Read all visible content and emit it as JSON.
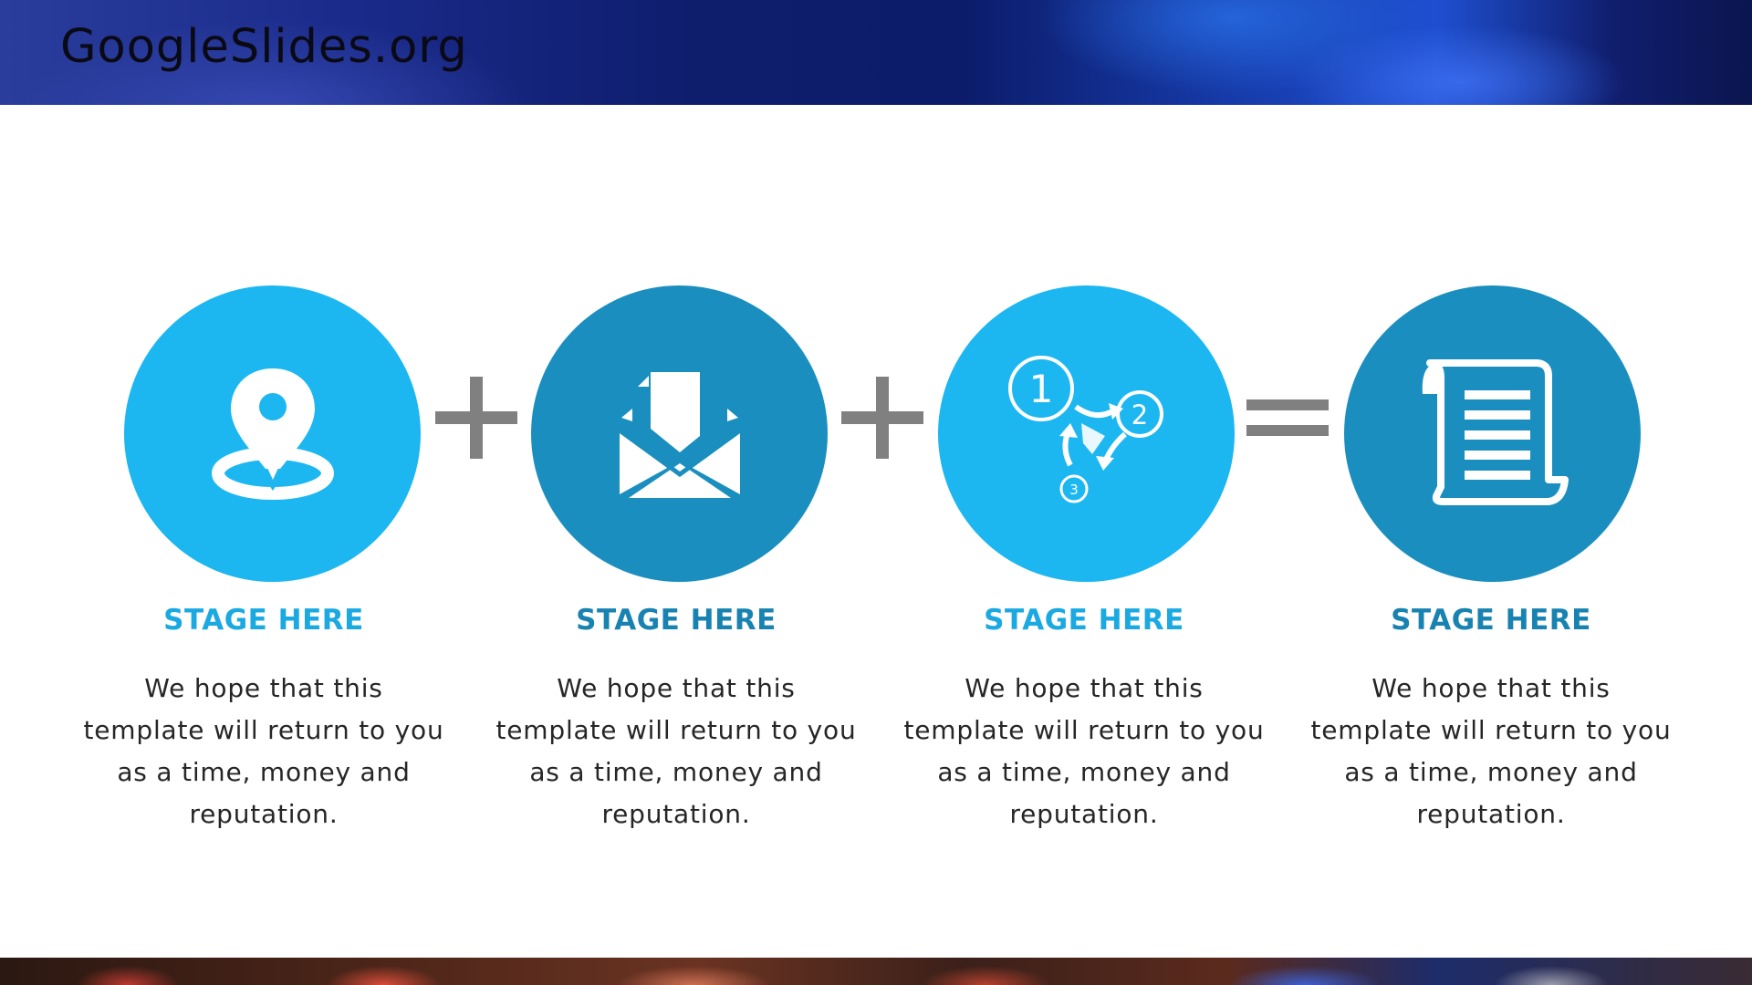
{
  "header": {
    "brand": "GoogleSlides.org"
  },
  "colors": {
    "light_blue": "#1cb7f1",
    "dark_blue": "#1a8fbf",
    "operator_gray": "#808080"
  },
  "stages": [
    {
      "icon": "location-pin-icon",
      "title": "STAGE HERE",
      "description": "We hope that this template will return to you as a time, money and reputation."
    },
    {
      "icon": "open-envelope-icon",
      "title": "STAGE HERE",
      "description": "We hope that this template will return to you as a time, money and reputation."
    },
    {
      "icon": "process-cycle-icon",
      "title": "STAGE HERE",
      "description": "We hope that this template will return to you as a time, money and reputation.",
      "steps": [
        "1",
        "2",
        "3"
      ]
    },
    {
      "icon": "scroll-document-icon",
      "title": "STAGE HERE",
      "description": "We hope that this template will return to you as a time, money and reputation."
    }
  ],
  "operators": [
    "plus-icon",
    "plus-icon",
    "equals-icon"
  ]
}
